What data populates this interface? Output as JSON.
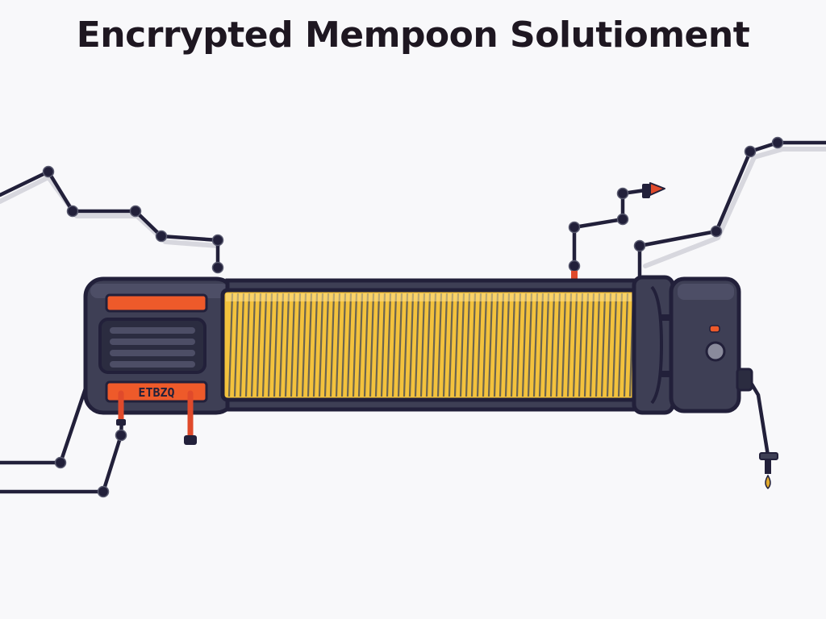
{
  "title": "Encrrypted Mempoon Solutioment",
  "device": {
    "label_plate_text": "ETBZQ"
  },
  "colors": {
    "background": "#f8f8fa",
    "outline": "#22203a",
    "body": "#3e3f55",
    "body_dark": "#2b2c40",
    "accent_orange": "#ee5a2a",
    "accent_red": "#e04a2b",
    "coil_yellow": "#f3c23d",
    "coil_stripe": "#6b6450",
    "cable": "#22203a",
    "cable_shadow": "#c9c9d2"
  },
  "icons": [
    "cable-node",
    "coil-chamber",
    "vent-grille",
    "status-led",
    "control-knob",
    "valve-handle",
    "probe-tip"
  ]
}
